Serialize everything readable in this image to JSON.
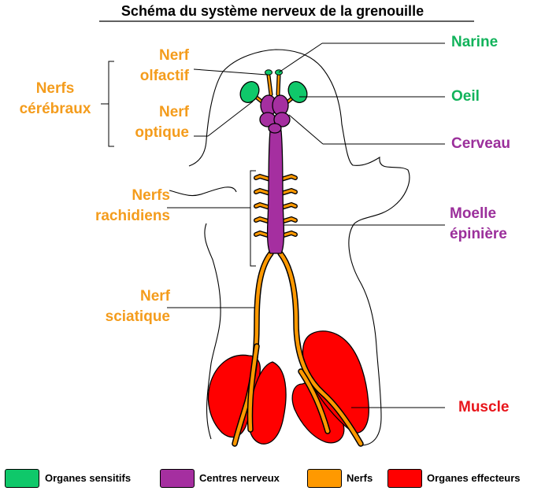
{
  "title": "Schéma du système nerveux de la grenouille",
  "colors": {
    "sensitive": "#0fc86a",
    "centers": "#a52fa0",
    "nerves": "#ff9900",
    "effectors": "#ff0000",
    "label_nerves": "#f49c1c",
    "label_sensitive": "#12b35b",
    "label_centers": "#9b2f9b",
    "label_muscle": "#e8151b"
  },
  "labels": {
    "nerfs_cerebraux": [
      "Nerfs",
      "cérébraux"
    ],
    "nerf_olfactif": [
      "Nerf",
      "olfactif"
    ],
    "nerf_optique": [
      "Nerf",
      "optique"
    ],
    "nerfs_rachidiens": [
      "Nerfs",
      "rachidiens"
    ],
    "nerf_sciatique": [
      "Nerf",
      "sciatique"
    ],
    "narine": "Narine",
    "oeil": "Oeil",
    "cerveau": "Cerveau",
    "moelle": [
      "Moelle",
      "épinière"
    ],
    "muscle": "Muscle"
  },
  "legend": [
    {
      "label": "Organes sensitifs",
      "color": "#0fc86a"
    },
    {
      "label": "Centres nerveux",
      "color": "#a52fa0"
    },
    {
      "label": "Nerfs",
      "color": "#ff9900"
    },
    {
      "label": "Organes effecteurs",
      "color": "#ff0000"
    }
  ]
}
